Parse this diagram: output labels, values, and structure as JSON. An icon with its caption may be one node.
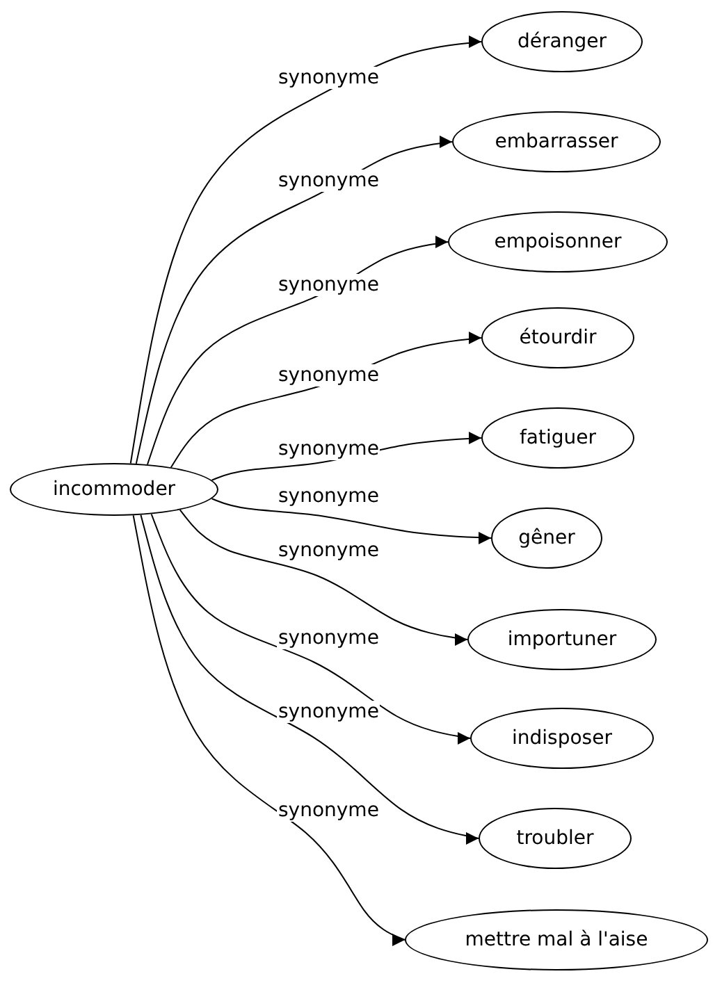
{
  "diagram": {
    "nodes": [
      {
        "text": [
          "incommoder"
        ]
      },
      {
        "text": [
          "déranger"
        ]
      },
      {
        "text": [
          "embarrasser"
        ]
      },
      {
        "text": [
          "empoisonner"
        ]
      },
      {
        "text": [
          "étourdir"
        ]
      },
      {
        "text": [
          "fatiguer"
        ]
      },
      {
        "text": [
          "gêner"
        ]
      },
      {
        "text": [
          "importuner"
        ]
      },
      {
        "text": [
          "indisposer"
        ]
      },
      {
        "text": [
          "troubler"
        ]
      },
      {
        "text": [
          "mettre mal à l'aise"
        ]
      }
    ],
    "edges": [
      {
        "from": 0,
        "to": 1,
        "arrow": "to",
        "label": "synonyme"
      },
      {
        "from": 0,
        "to": 2,
        "arrow": "to",
        "label": "synonyme"
      },
      {
        "from": 0,
        "to": 3,
        "arrow": "to",
        "label": "synonyme"
      },
      {
        "from": 0,
        "to": 4,
        "arrow": "to",
        "label": "synonyme"
      },
      {
        "from": 0,
        "to": 5,
        "arrow": "to",
        "label": "synonyme"
      },
      {
        "from": 0,
        "to": 6,
        "arrow": "to",
        "label": "synonyme"
      },
      {
        "from": 0,
        "to": 7,
        "arrow": "to",
        "label": "synonyme"
      },
      {
        "from": 0,
        "to": 8,
        "arrow": "to",
        "label": "synonyme"
      },
      {
        "from": 0,
        "to": 9,
        "arrow": "to",
        "label": "synonyme"
      },
      {
        "from": 0,
        "to": 10,
        "arrow": "to",
        "label": "synonyme"
      }
    ]
  }
}
